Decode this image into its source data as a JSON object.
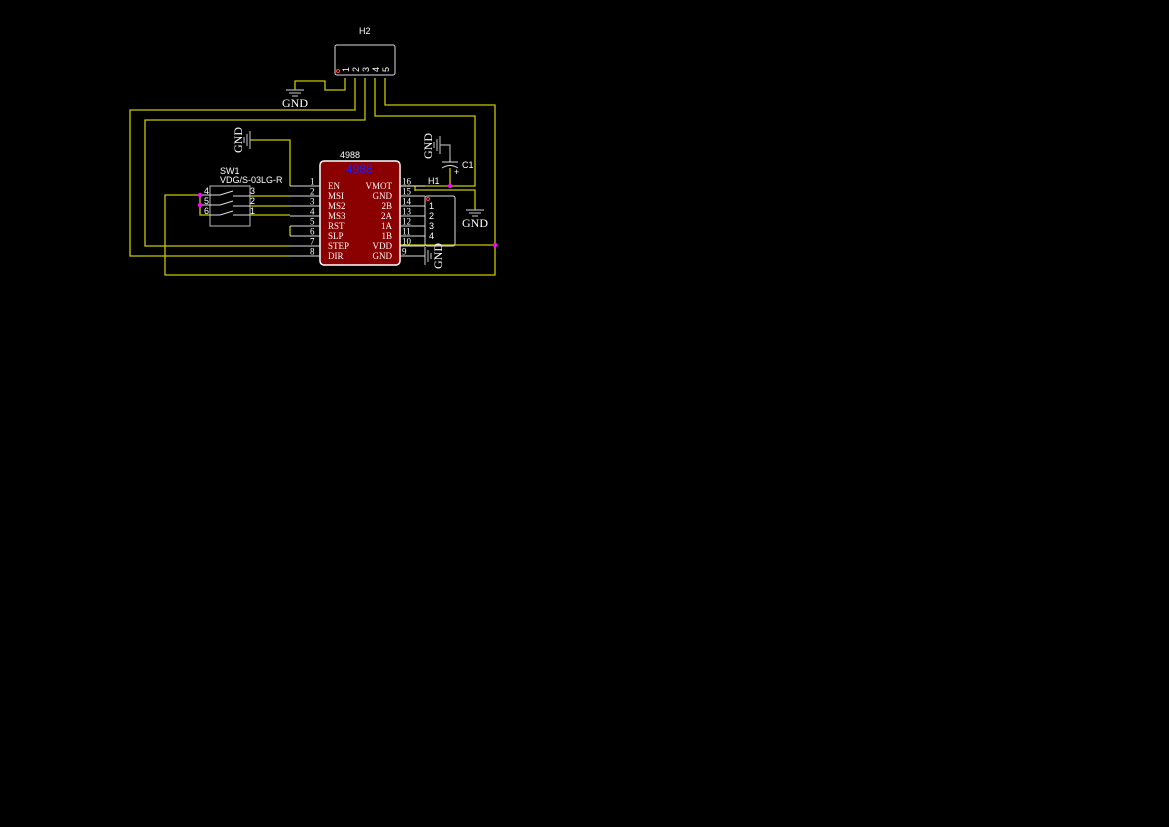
{
  "h2": {
    "ref": "H2",
    "pins": [
      "1",
      "2",
      "3",
      "4",
      "5"
    ]
  },
  "u1": {
    "ref": "4988",
    "value": "4988",
    "left_pins": [
      {
        "n": "1",
        "name": "EN"
      },
      {
        "n": "2",
        "name": "MSI"
      },
      {
        "n": "3",
        "name": "MS2"
      },
      {
        "n": "4",
        "name": "MS3"
      },
      {
        "n": "5",
        "name": "RST"
      },
      {
        "n": "6",
        "name": "SLP"
      },
      {
        "n": "7",
        "name": "STEP"
      },
      {
        "n": "8",
        "name": "DIR"
      }
    ],
    "right_pins": [
      {
        "n": "16",
        "name": "VMOT"
      },
      {
        "n": "15",
        "name": "GND"
      },
      {
        "n": "14",
        "name": "2B"
      },
      {
        "n": "13",
        "name": "2A"
      },
      {
        "n": "12",
        "name": "1A"
      },
      {
        "n": "11",
        "name": "1B"
      },
      {
        "n": "10",
        "name": "VDD"
      },
      {
        "n": "9",
        "name": "GND"
      }
    ],
    "body_color": "#8b0000",
    "value_color": "#2020ff"
  },
  "sw1": {
    "ref": "SW1",
    "value": "VDG/S-03LG-R",
    "left_pins": [
      "4",
      "5",
      "6"
    ],
    "right_pins": [
      "3",
      "2",
      "1"
    ]
  },
  "c1": {
    "ref": "C1",
    "plus": "+"
  },
  "h1": {
    "ref": "H1",
    "pins": [
      "1",
      "2",
      "3",
      "4"
    ]
  },
  "gnd_label": "GND",
  "colors": {
    "wire": "#c8c800",
    "junction": "#ff00ff",
    "background": "#000000"
  }
}
